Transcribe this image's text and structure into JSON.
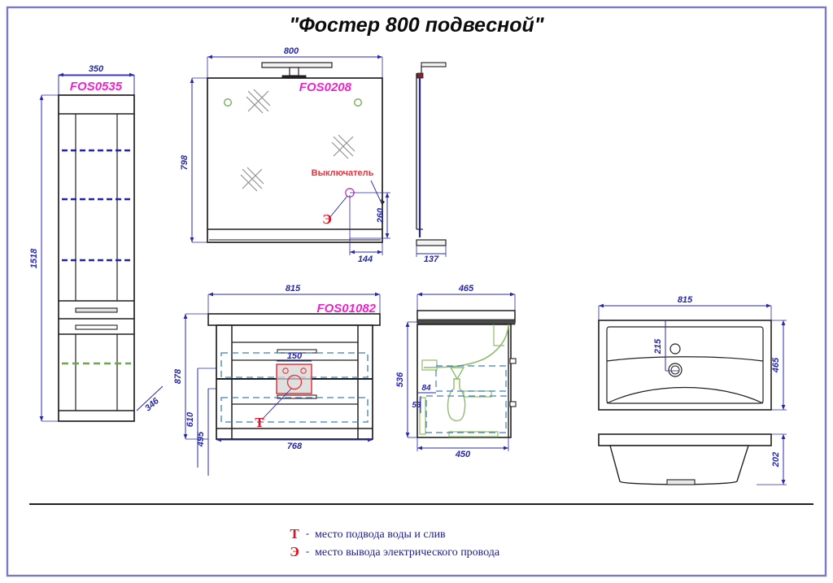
{
  "drawing": {
    "title": "\"Фостер 800 подвесной\"",
    "border_color": "#7b7bc4",
    "dimension_color": "#2727b0",
    "code_color": "#ee22cc",
    "marker_color": "#e01020",
    "outline_color": "#231f20",
    "hidden_line_color": "#3f7fbf",
    "shelf_color": "#2222aa",
    "green_color": "#6aa84f"
  },
  "views": {
    "tall_cabinet": {
      "code": "FOS0535",
      "dims": {
        "width": "350",
        "height": "1518",
        "depth": "346"
      }
    },
    "mirror": {
      "code": "FOS0208",
      "switch_label": "Выключатель",
      "marker": "Э",
      "dims": {
        "width": "800",
        "height": "798",
        "switch_height": "260",
        "switch_offset": "144",
        "side_depth": "137"
      }
    },
    "vanity": {
      "code": "FOS01082",
      "marker": "Т",
      "dims": {
        "top_width": "815",
        "body_width": "768",
        "total_height": "878",
        "height_610": "610",
        "height_495": "495",
        "plumb_width": "150"
      }
    },
    "vanity_section": {
      "dims": {
        "top_depth": "465",
        "height": "536",
        "body_depth": "450",
        "offset_84": "84",
        "offset_53": "53"
      }
    },
    "basin": {
      "dims": {
        "width": "815",
        "depth": "465",
        "tap_offset": "215",
        "height": "202"
      }
    }
  },
  "legend": [
    {
      "marker": "Т",
      "dash": "-",
      "text": "место подвода воды и слив"
    },
    {
      "marker": "Э",
      "dash": "-",
      "text": "место вывода электрического провода"
    }
  ]
}
